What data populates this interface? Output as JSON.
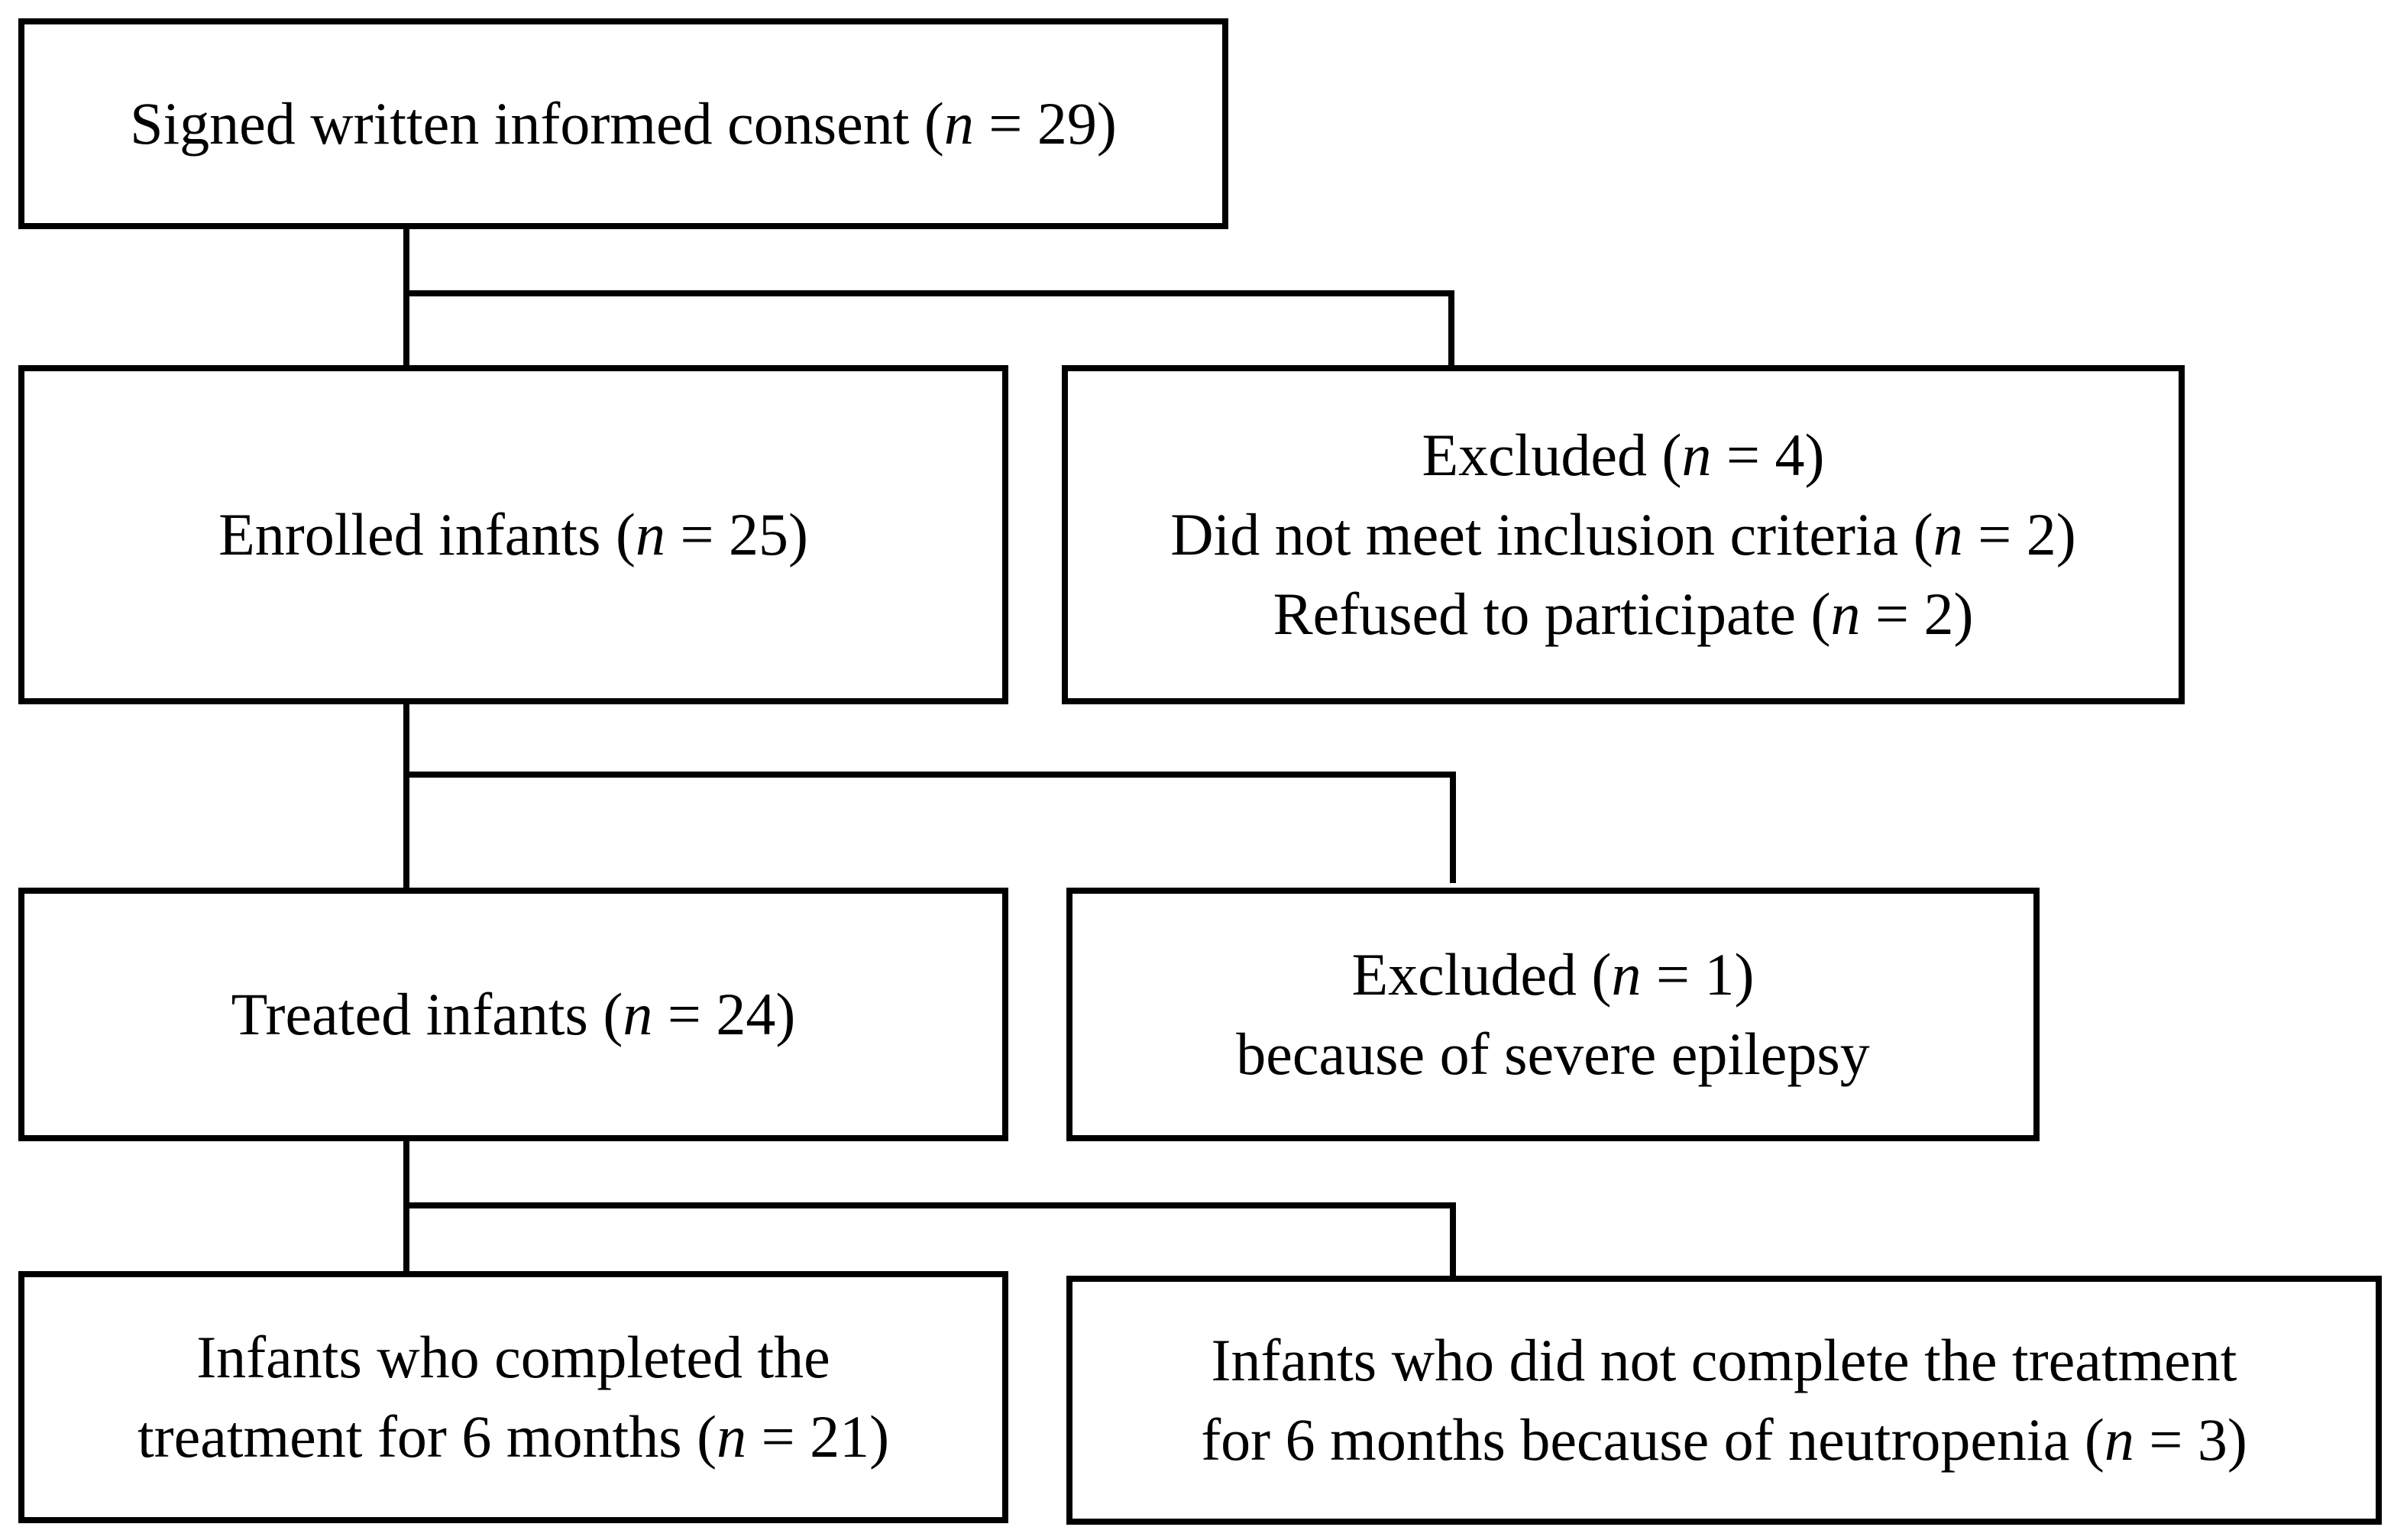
{
  "flowchart": {
    "consent": {
      "label": "Signed written informed consent (",
      "n": "29"
    },
    "enrolled": {
      "label": "Enrolled infants (",
      "n": "25"
    },
    "excluded_1": {
      "title": "Excluded (",
      "title_n": "4",
      "reason_1": "Did not meet inclusion criteria (",
      "reason_1_n": "2",
      "reason_2": "Refused to participate (",
      "reason_2_n": "2"
    },
    "treated": {
      "label": "Treated infants (",
      "n": "24"
    },
    "excluded_2": {
      "title": "Excluded (",
      "title_n": "1",
      "reason": "because of severe epilepsy"
    },
    "completed": {
      "line_1": "Infants who completed the",
      "line_2": "treatment for 6 months (",
      "n": "21"
    },
    "not_completed": {
      "line_1": "Infants who did not complete the treatment",
      "line_2": "for 6 months because of neutropenia (",
      "n": "3"
    },
    "n_symbol": "n",
    "equals": " = ",
    "close_paren": ")"
  }
}
